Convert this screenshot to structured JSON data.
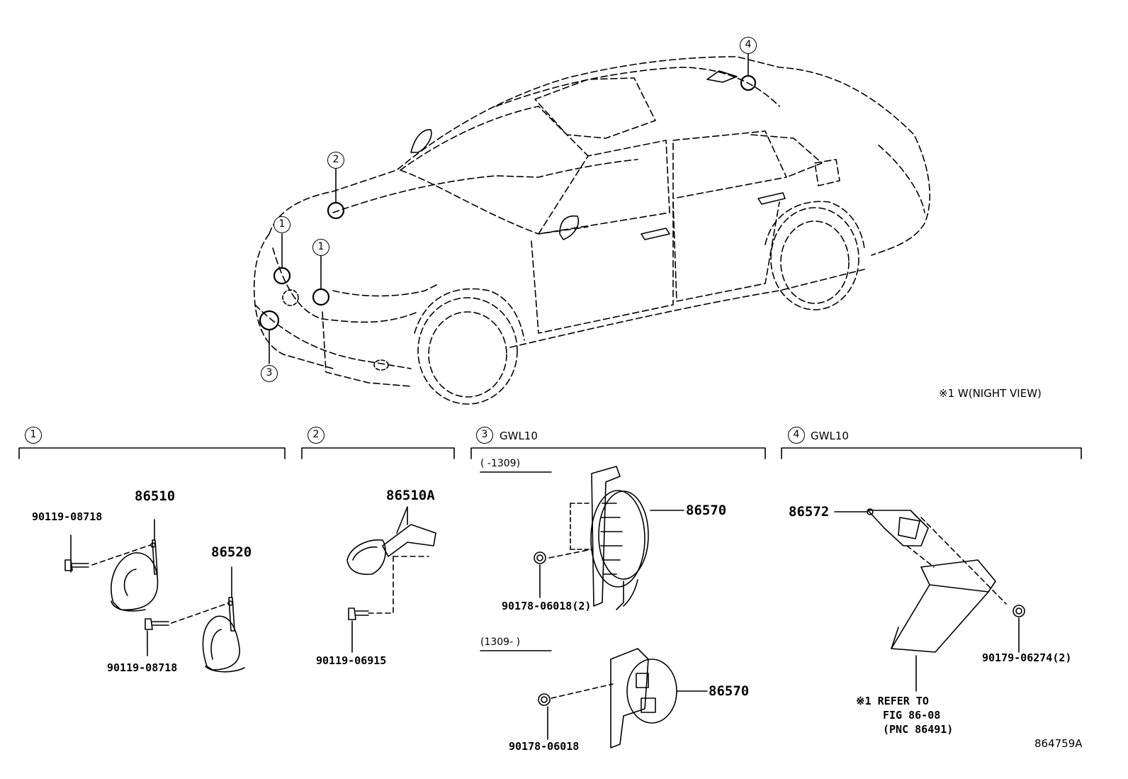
{
  "note_top": "※1 W(NIGHT VIEW)",
  "callouts": {
    "c1": "1",
    "c2": "2",
    "c3": "3",
    "c4": "4"
  },
  "sections": [
    {
      "num": "1",
      "suffix": ""
    },
    {
      "num": "2",
      "suffix": ""
    },
    {
      "num": "3",
      "suffix": "GWL10"
    },
    {
      "num": "4",
      "suffix": "GWL10"
    }
  ],
  "ranges": {
    "before": "(      -1309)",
    "after": "(1309-      )"
  },
  "parts": {
    "p86510": "86510",
    "p90119_08718_a": "90119-08718",
    "p86520": "86520",
    "p90119_08718_b": "90119-08718",
    "p86510A": "86510A",
    "p90119_06915": "90119-06915",
    "p86570_a": "86570",
    "p90178_06018_2": "90178-06018(2)",
    "p86570_b": "86570",
    "p90178_06018": "90178-06018",
    "p86572": "86572",
    "p90179_06274": "90179-06274(2)"
  },
  "refer": {
    "line1": "※1 REFER TO",
    "line2": "FIG 86-08",
    "line3": "(PNC 86491)"
  },
  "figure_id": "864759A"
}
